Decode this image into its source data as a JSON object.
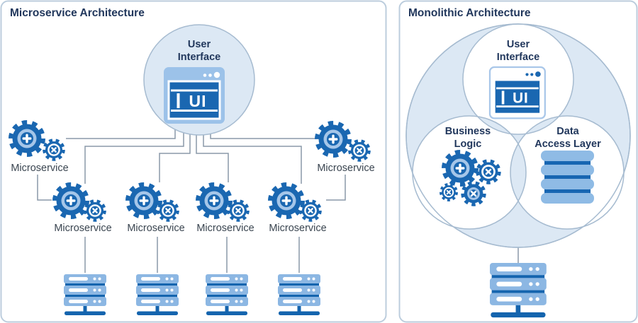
{
  "colors": {
    "primary_blue": "#1a67b1",
    "light_blue": "#8fbce6",
    "gear_ring_blue": "#a5c6e9",
    "pale_circle_fill": "#dce8f4",
    "circle_stroke": "#a6bbd0",
    "connector_gray": "#8a99a8",
    "title_navy": "#21375c",
    "label_slate": "#3a4550",
    "panel_border": "#bccddd"
  },
  "panels": {
    "microservice": {
      "title": "Microservice Architecture",
      "ui_circle": {
        "line1": "User",
        "line2": "Interface"
      },
      "ui_icon_label": "UI",
      "top_left_service": "Microservice",
      "top_right_service": "Microservice",
      "bottom_services": [
        "Microservice",
        "Microservice",
        "Microservice",
        "Microservice"
      ]
    },
    "monolithic": {
      "title": "Monolithic Architecture",
      "ui_circle": {
        "line1": "User",
        "line2": "Interface"
      },
      "ui_icon_label": "UI",
      "business_logic": {
        "line1": "Business",
        "line2": "Logic"
      },
      "data_access": {
        "line1": "Data",
        "line2": "Access Layer"
      }
    }
  }
}
